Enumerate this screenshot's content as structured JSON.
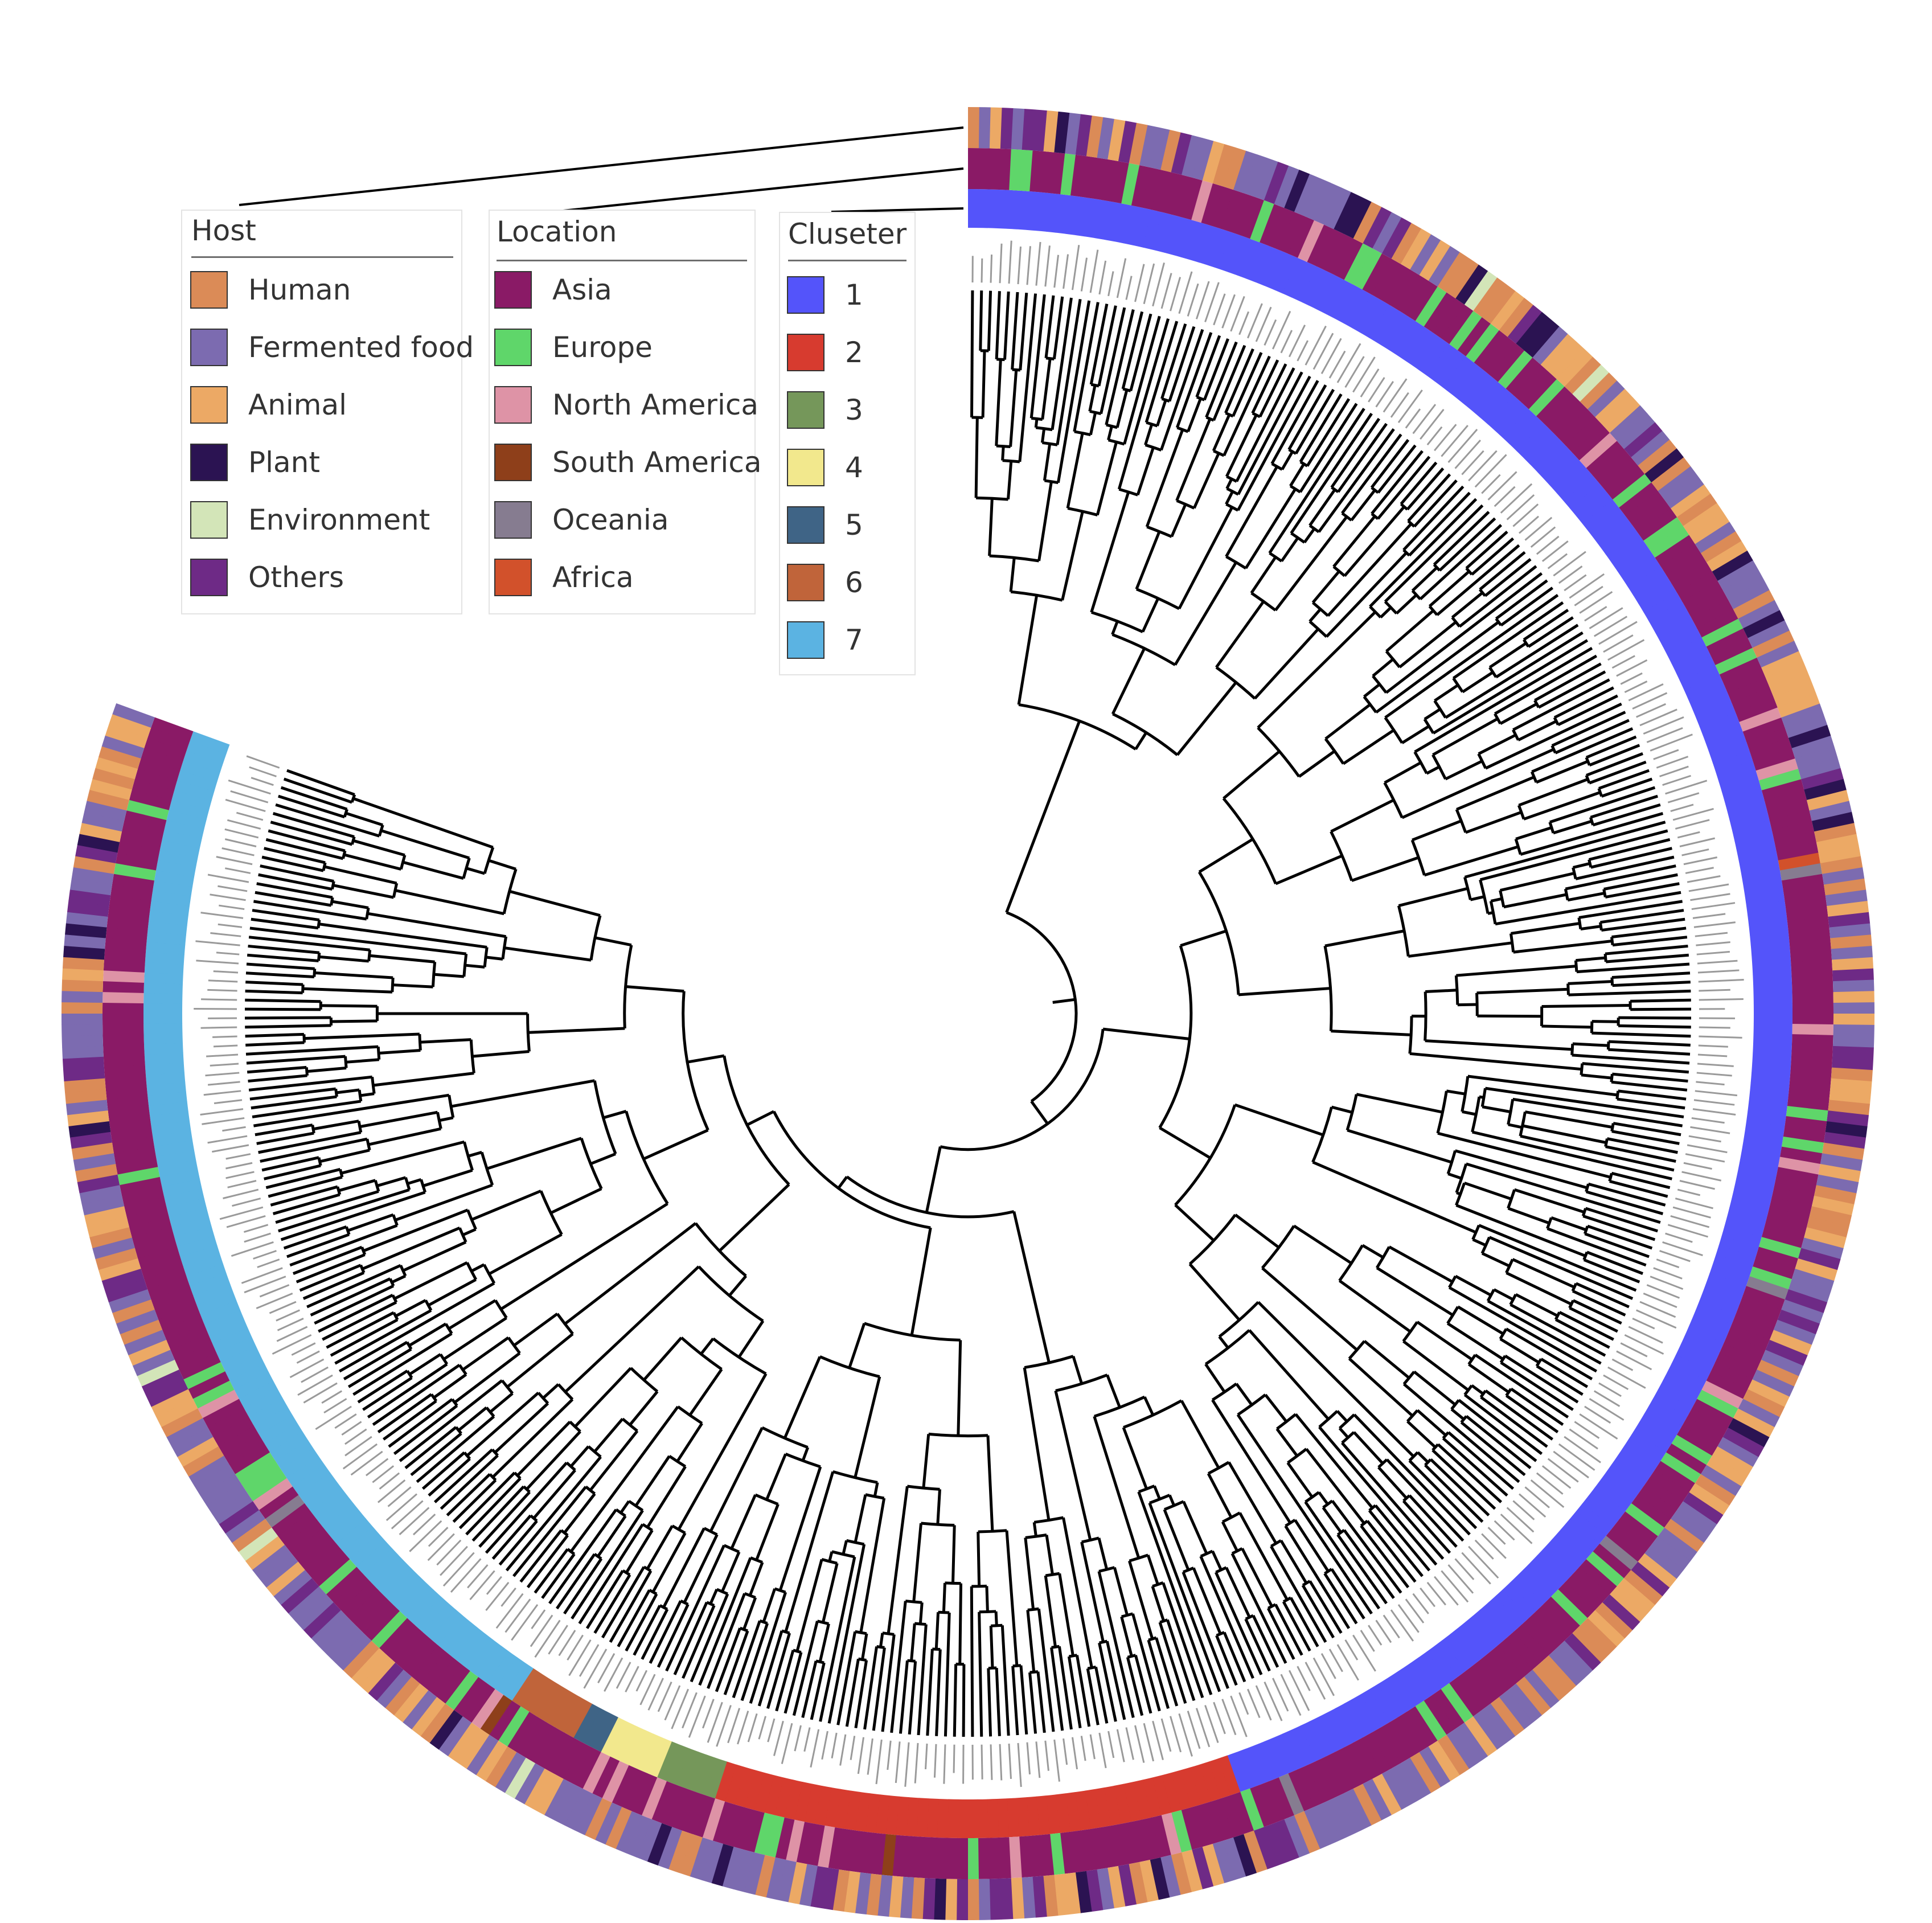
{
  "legends": {
    "host": {
      "title": "Host",
      "items": [
        {
          "label": "Human",
          "color": "#DB8B57"
        },
        {
          "label": "Fermented food",
          "color": "#7C6BB0"
        },
        {
          "label": "Animal",
          "color": "#ECA965"
        },
        {
          "label": "Plant",
          "color": "#2B1352"
        },
        {
          "label": "Environment",
          "color": "#D3E5B8"
        },
        {
          "label": "Others",
          "color": "#6E2A86"
        }
      ]
    },
    "location": {
      "title": "Location",
      "items": [
        {
          "label": "Asia",
          "color": "#8A1A66"
        },
        {
          "label": "Europe",
          "color": "#5FD66A"
        },
        {
          "label": "North America",
          "color": "#DE93A6"
        },
        {
          "label": "South America",
          "color": "#8E3F1A"
        },
        {
          "label": "Oceania",
          "color": "#867C90"
        },
        {
          "label": "Africa",
          "color": "#D2512B"
        }
      ]
    },
    "cluster": {
      "title": "Cluseter",
      "items": [
        {
          "label": "1",
          "color": "#5454FA"
        },
        {
          "label": "2",
          "color": "#D73B2F"
        },
        {
          "label": "3",
          "color": "#75975A"
        },
        {
          "label": "4",
          "color": "#F2E88D"
        },
        {
          "label": "5",
          "color": "#3F6486"
        },
        {
          "label": "6",
          "color": "#C0643A"
        },
        {
          "label": "7",
          "color": "#5BB3E2"
        }
      ]
    }
  },
  "tree": {
    "cluster_sequence": [
      {
        "cluster": "1",
        "count": 225
      },
      {
        "cluster": "2",
        "count": 52
      },
      {
        "cluster": "3",
        "count": 6
      },
      {
        "cluster": "4",
        "count": 6
      },
      {
        "cluster": "5",
        "count": 3
      },
      {
        "cluster": "6",
        "count": 7
      },
      {
        "cluster": "7",
        "count": 107
      }
    ]
  }
}
